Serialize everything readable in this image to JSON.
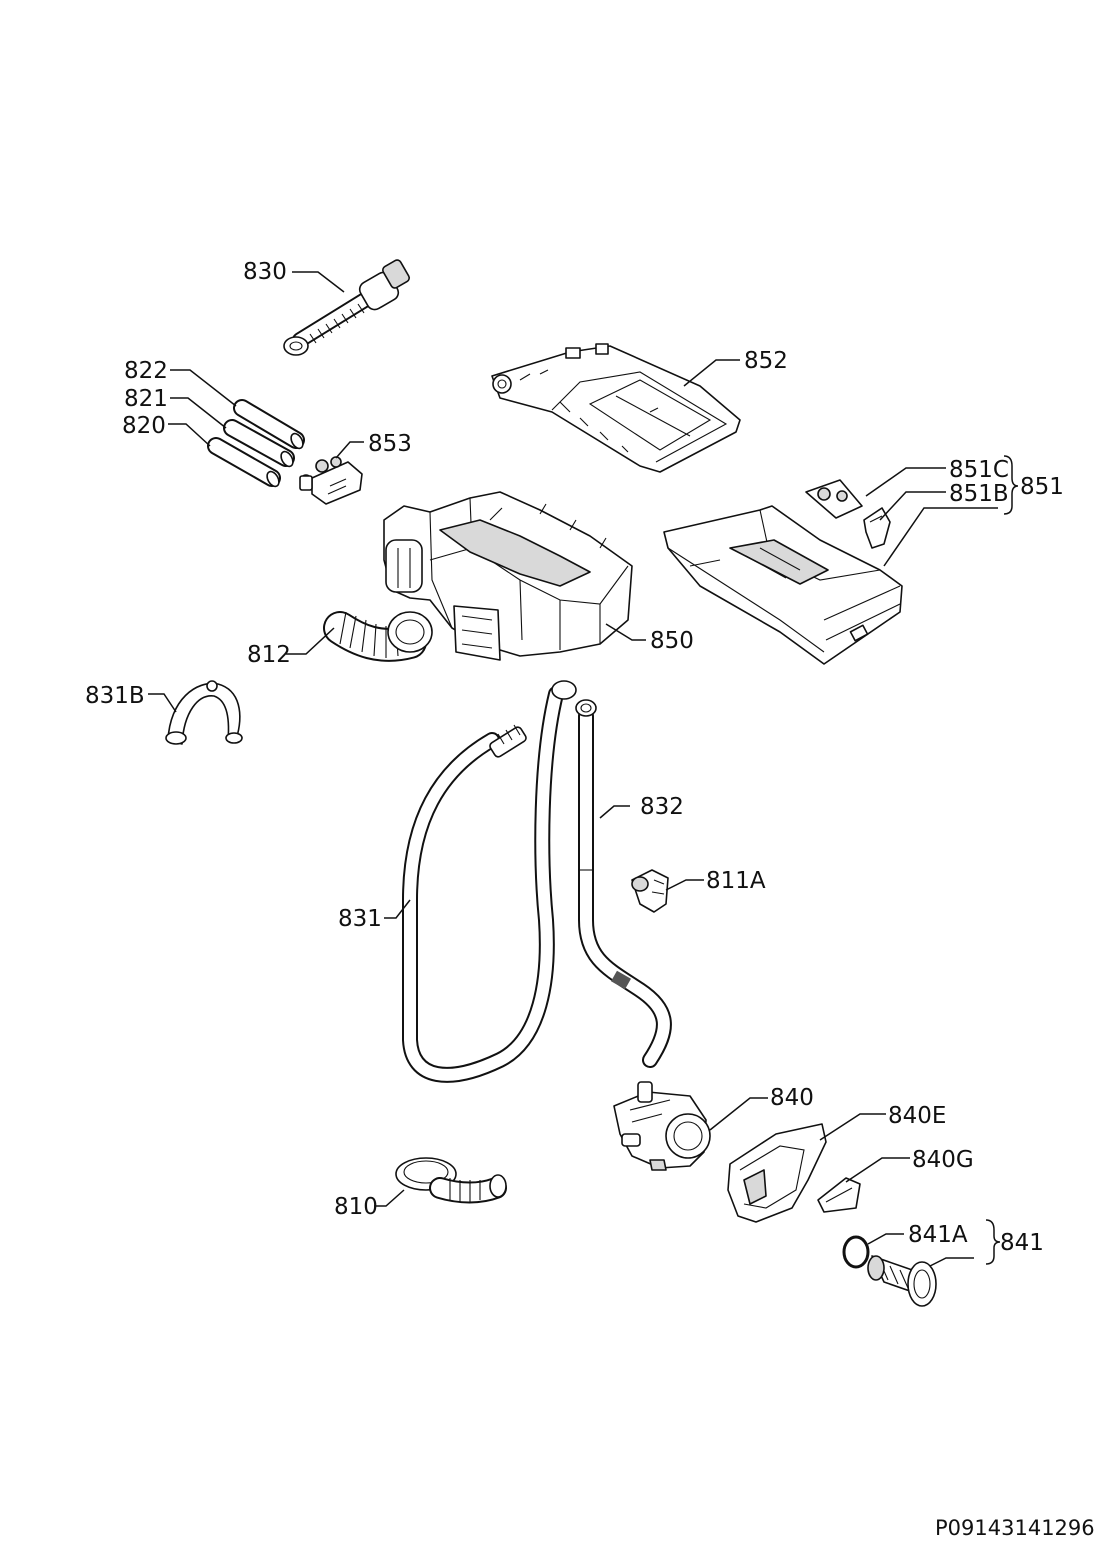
{
  "labels": {
    "p830": "830",
    "p822": "822",
    "p821": "821",
    "p820": "820",
    "p853": "853",
    "p852": "852",
    "p851C": "851C",
    "p851B": "851B",
    "p851": "851",
    "p812": "812",
    "p850": "850",
    "p831B": "831B",
    "p832": "832",
    "p811A": "811A",
    "p831": "831",
    "p840": "840",
    "p840E": "840E",
    "p840G": "840G",
    "p810": "810",
    "p841A": "841A",
    "p841": "841"
  },
  "document_id": "P09143141296"
}
